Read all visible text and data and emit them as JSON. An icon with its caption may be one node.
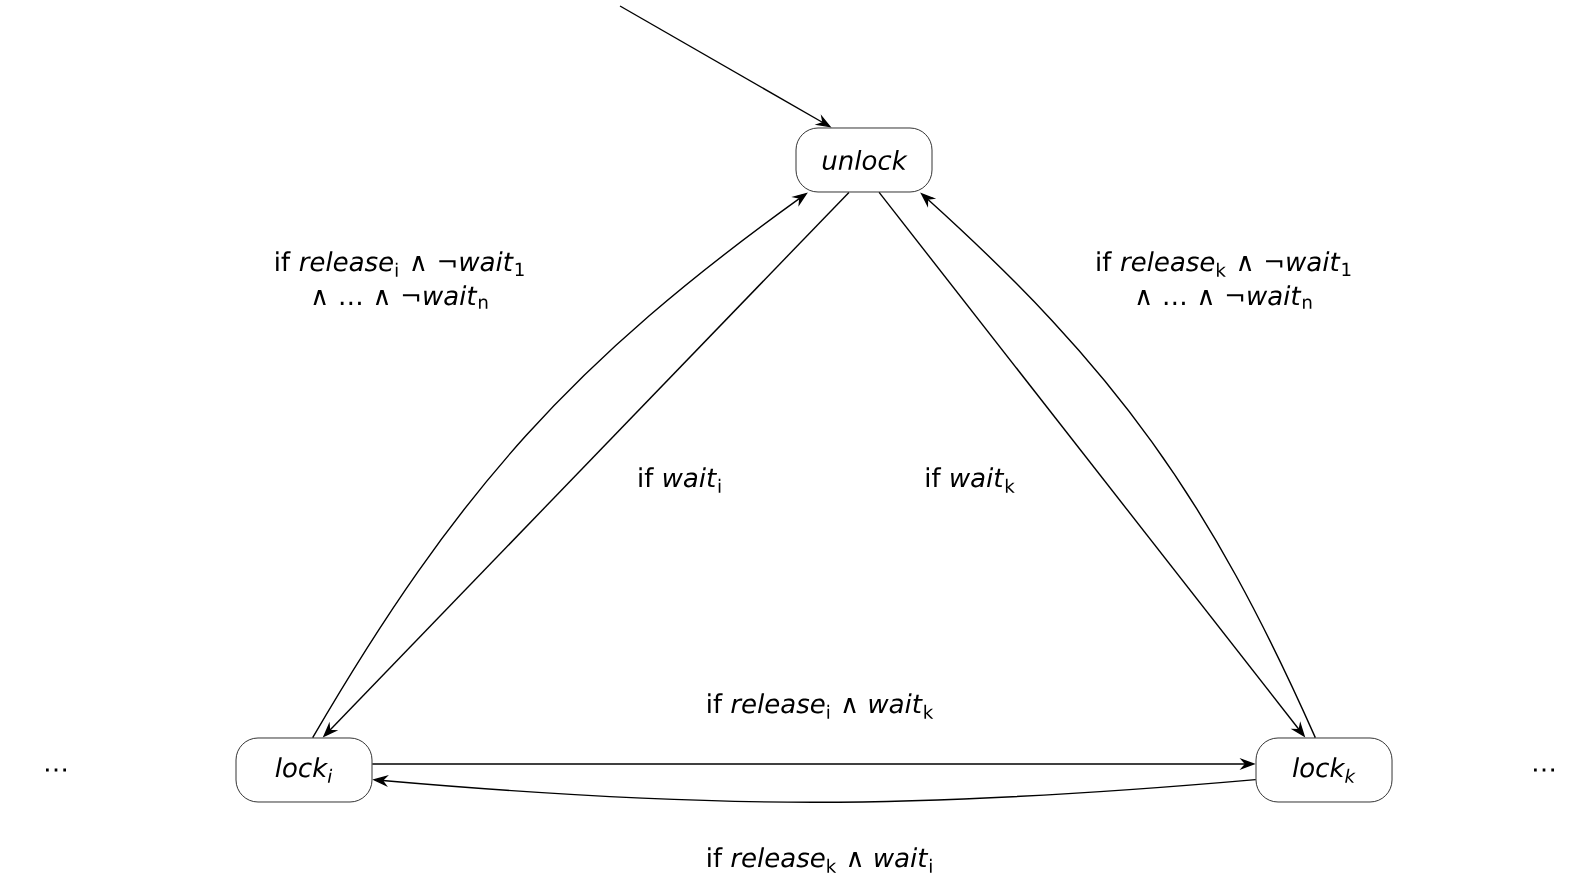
{
  "diagram": {
    "nodes": [
      {
        "text": [
          "unlock"
        ]
      },
      {
        "text": [
          "lock$_{i}$"
        ]
      },
      {
        "text": [
          "lock$_{k}$"
        ]
      }
    ],
    "edges": [
      {
        "from": null,
        "to": 0,
        "arrow": "to"
      },
      {
        "from": 1,
        "to": 0,
        "arrow": "to",
        "label": "if *release*$_{i}$ ∧ ¬*wait*$_{1}$ ∧ … ∧ ¬*wait*$_{n}$"
      },
      {
        "from": 0,
        "to": 1,
        "arrow": "to",
        "label": "if *wait*$_{i}$"
      },
      {
        "from": 0,
        "to": 2,
        "arrow": "to",
        "label": "if *wait*$_{k}$"
      },
      {
        "from": 2,
        "to": 0,
        "arrow": "to",
        "label": "if *release*$_{k}$ ∧ ¬*wait*$_{1}$ ∧ … ∧ ¬*wait*$_{n}$"
      },
      {
        "from": 1,
        "to": 2,
        "arrow": "to",
        "label": "if *release*$_{i}$ ∧ *wait*$_{k}$"
      },
      {
        "from": 2,
        "to": 1,
        "arrow": "to",
        "label": "if *release*$_{k}$ ∧ *wait*$_{i}$"
      }
    ],
    "labels": [
      "…",
      "…"
    ]
  }
}
